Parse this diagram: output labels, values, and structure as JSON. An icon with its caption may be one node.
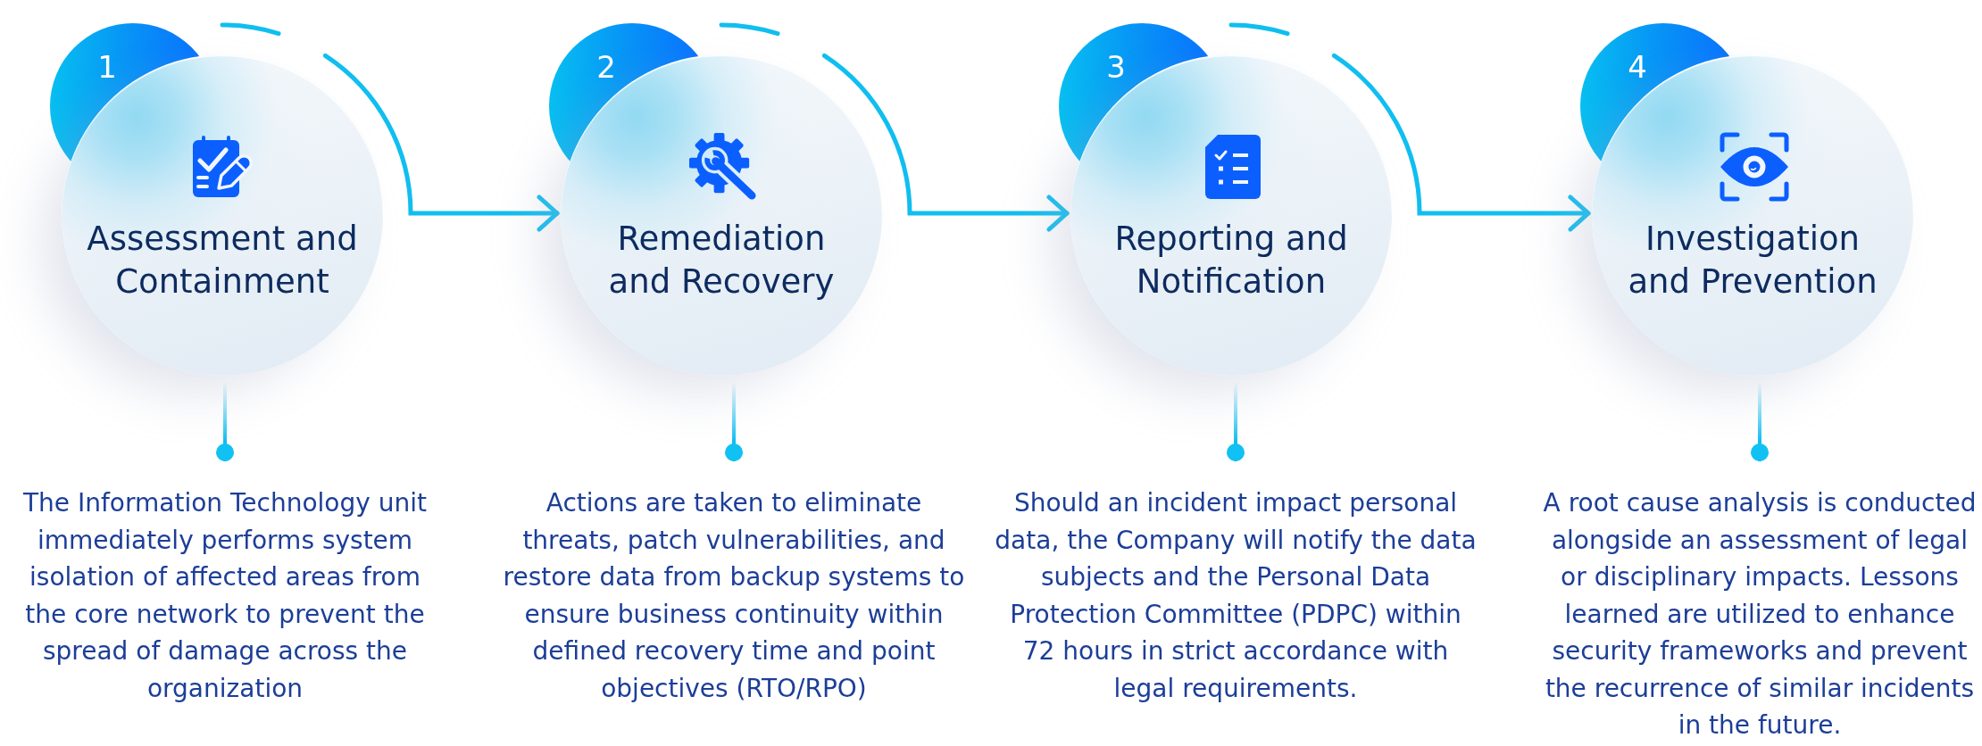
{
  "diagram": {
    "nodes": [
      {
        "text": [
          "1"
        ]
      },
      {
        "text": [
          "Assessment and Containment"
        ]
      },
      {
        "text": [
          "The Information Technology unit immediately performs system isolation of affected areas from the core network to prevent the spread of damage across the organization"
        ]
      },
      {
        "text": [
          "2"
        ]
      },
      {
        "text": [
          "Remediation and Recovery"
        ]
      },
      {
        "text": [
          "Actions are taken to eliminate threats, patch vulnerabilities, and restore data from backup systems to ensure business continuity within defined recovery time and point objectives (RTO/RPO)"
        ]
      },
      {
        "text": [
          "3"
        ]
      },
      {
        "text": [
          "Reporting and Notification"
        ]
      },
      {
        "text": [
          "Should an incident impact personal data, the Company will notify the data subjects and the Personal Data Protection Committee (PDPC) within 72 hours in strict accordance with legal requirements."
        ]
      },
      {
        "text": [
          "4"
        ]
      },
      {
        "text": [
          "Investigation and Prevention"
        ]
      },
      {
        "text": [
          "A root cause analysis is conducted alongside an assessment of legal or disciplinary impacts. Lessons learned are utilized to enhance security frameworks and prevent the recurrence of similar incidents in the future."
        ]
      }
    ],
    "edges": [
      {
        "from": 1,
        "to": 4,
        "arrow": "to"
      },
      {
        "from": 4,
        "to": 7,
        "arrow": "to"
      },
      {
        "from": 7,
        "to": 10,
        "arrow": "to"
      },
      {
        "from": 1,
        "to": 2,
        "arrow": "other"
      },
      {
        "from": 4,
        "to": 5,
        "arrow": "other"
      },
      {
        "from": 7,
        "to": 8,
        "arrow": "other"
      },
      {
        "from": 10,
        "to": 11,
        "arrow": "other"
      }
    ]
  }
}
